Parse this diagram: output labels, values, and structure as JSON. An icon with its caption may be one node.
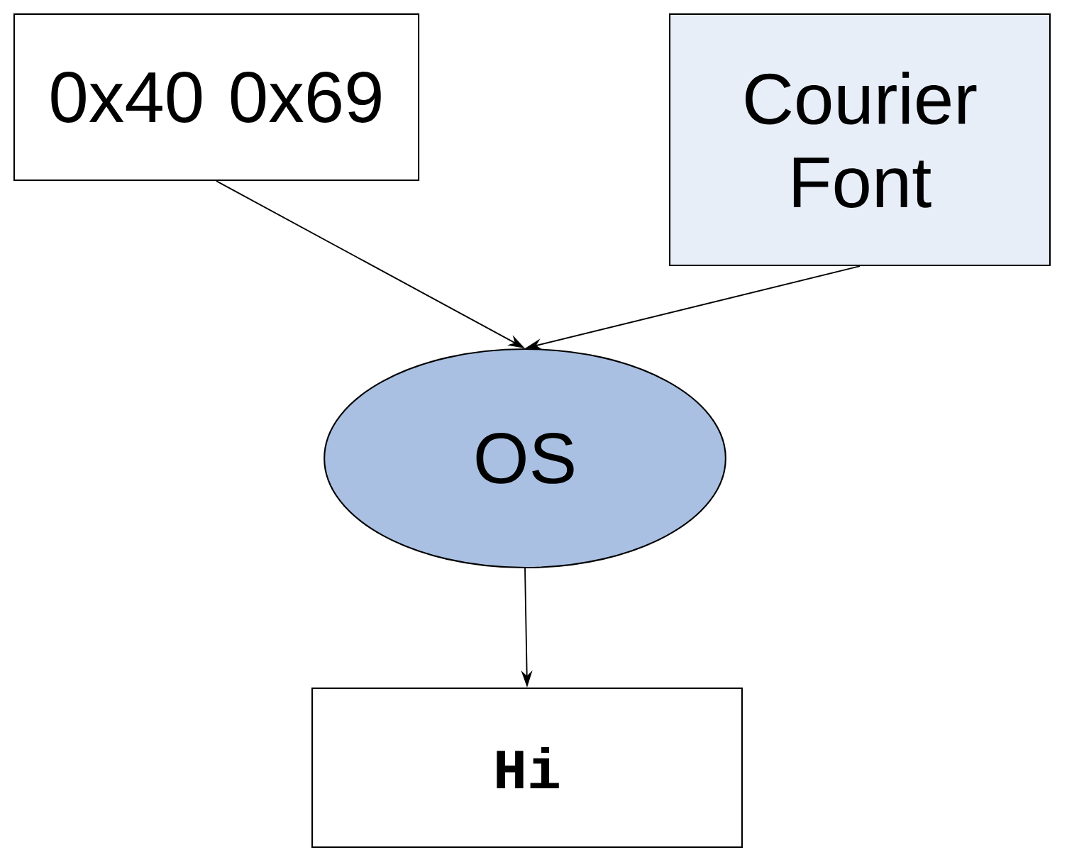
{
  "diagram": {
    "nodes": [
      {
        "text": [
          "0x40 0x69"
        ]
      },
      {
        "text": [
          "Courier Font"
        ]
      },
      {
        "text": [
          "OS"
        ]
      },
      {
        "text": [
          "Hi"
        ]
      }
    ],
    "edges": [
      {
        "from": 0,
        "to": 2,
        "arrow": "to"
      },
      {
        "from": 1,
        "to": 2,
        "arrow": "to"
      },
      {
        "from": 2,
        "to": 3,
        "arrow": "to"
      }
    ]
  }
}
